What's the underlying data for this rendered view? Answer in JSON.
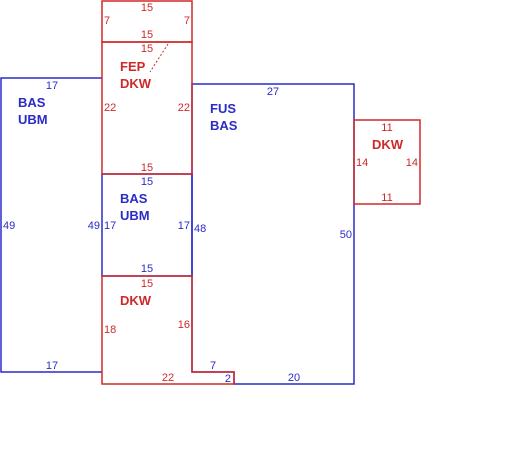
{
  "colors": {
    "blue": "#2b2bc8",
    "red": "#d02828"
  },
  "areas": {
    "top_small": {
      "dims": {
        "top": "15",
        "bottom": "15",
        "left": "7",
        "right": "7"
      }
    },
    "fep_dkw": {
      "label_line1": "FEP",
      "label_line2": "DKW",
      "dims": {
        "top": "15",
        "bottom": "15",
        "left": "22",
        "right": "22"
      }
    },
    "bas_ubm_left": {
      "label_line1": "BAS",
      "label_line2": "UBM",
      "dims": {
        "top": "17",
        "bottom": "17",
        "left": "49",
        "right": "49"
      }
    },
    "bas_ubm_center": {
      "label_line1": "BAS",
      "label_line2": "UBM",
      "dims": {
        "top": "15",
        "bottom": "15",
        "left": "17",
        "right": "17"
      }
    },
    "dkw_lower": {
      "label": "DKW",
      "dims": {
        "top": "15",
        "bottom": "22",
        "left": "18",
        "right": "16"
      }
    },
    "fus_bas": {
      "label_line1": "FUS",
      "label_line2": "BAS",
      "dims": {
        "top": "27",
        "bottom": "20",
        "left": "48",
        "right": "50",
        "step_top": "7",
        "step_side": "2"
      }
    },
    "dkw_right": {
      "label": "DKW",
      "dims": {
        "top": "11",
        "bottom": "11",
        "left": "14",
        "right": "14"
      }
    }
  }
}
